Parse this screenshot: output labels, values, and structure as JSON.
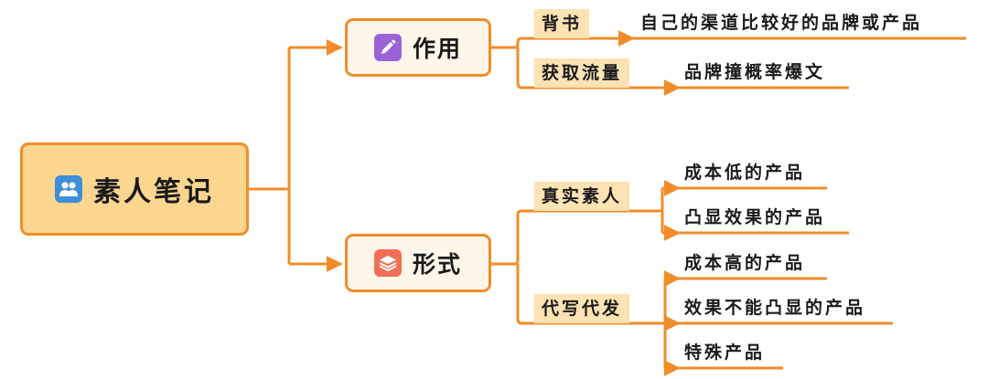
{
  "root": {
    "label": "素人笔记",
    "icon": "people-icon"
  },
  "branches": [
    {
      "label": "作用",
      "icon": "pen-icon",
      "children": [
        {
          "label": "背书",
          "leaves": [
            "自己的渠道比较好的品牌或产品"
          ]
        },
        {
          "label": "获取流量",
          "leaves": [
            "品牌撞概率爆文"
          ]
        }
      ]
    },
    {
      "label": "形式",
      "icon": "layers-icon",
      "children": [
        {
          "label": "真实素人",
          "leaves": [
            "成本低的产品",
            "凸显效果的产品"
          ]
        },
        {
          "label": "代写代发",
          "leaves": [
            "成本高的产品",
            "效果不能凸显的产品",
            "特殊产品"
          ]
        }
      ]
    }
  ],
  "colors": {
    "line": "#f28c28",
    "root_fill": "#fcd68f",
    "branch_fill": "#fff6ea",
    "sub_fill": "#fde2b3"
  }
}
